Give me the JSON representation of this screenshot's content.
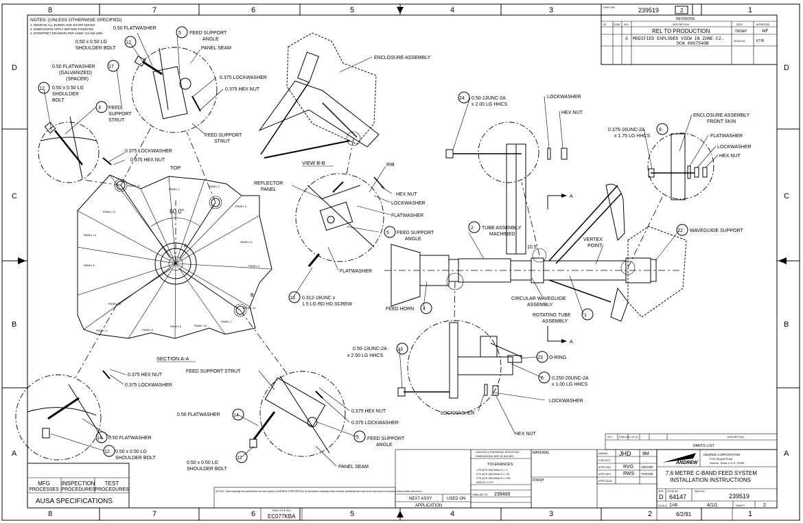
{
  "border": {
    "cols_top": [
      "8",
      "7",
      "6",
      "5",
      "4",
      "3",
      "2",
      "1"
    ],
    "cols_bottom": [
      "8",
      "7",
      "6",
      "5",
      "4",
      "3",
      "2",
      "1"
    ],
    "rows_left": [
      "D",
      "C",
      "B",
      "A"
    ],
    "rows_right": [
      "D",
      "C",
      "B",
      "A"
    ]
  },
  "notes": {
    "title": "NOTES: (UNLESS OTHERWISE SPECIFIED)",
    "lines": [
      "1. REMOVE ALL BURRS AND SHARP EDGES",
      "2. DIMENSIONS APPLY BEFORE FINISHING",
      "3. INTERPRET DRAWING PER ASME Y14.5M-1994"
    ]
  },
  "revisions": {
    "dwg_no_label": "DWG NO",
    "dwg_no": "239519",
    "sheet": "2",
    "title": "REVISIONS",
    "headers": [
      "RF",
      "ZONE",
      "REV",
      "DESCRIPTION",
      "DATE",
      "APPROVED"
    ],
    "rows": [
      {
        "rf": "",
        "zone": "",
        "rev": "",
        "desc": "REL TO PRODUCTION",
        "date": "700SEP",
        "appr": "WF"
      },
      {
        "rf": "",
        "zone": "",
        "rev": "A",
        "desc": "MODIFIED EXPLODED VIEW IN ZONE C2.",
        "desc2": "DCN 0067540B",
        "date": "28JUL04",
        "appr": "KT/B"
      }
    ]
  },
  "views": {
    "top": "TOP",
    "view_bb": "VIEW B-B",
    "section_aa": "SECTION A-A",
    "angle": "60.0°",
    "section_b": "B",
    "section_a": "A",
    "dim_105": "10.5"
  },
  "panels": [
    "PANEL 10",
    "PANEL 1",
    "PANEL 2",
    "PANEL 3",
    "PANEL 11",
    "PANEL 5",
    "PANEL 12",
    "PANEL 7",
    "PANEL 13",
    "PANEL 8",
    "PANEL 14",
    "PANEL 6",
    "PANEL 15",
    "PANEL 16",
    "PANEL 4",
    "PANEL 9"
  ],
  "callouts": {
    "c12a": {
      "num": "12",
      "lines": [
        "0.50 x 0.50 LG",
        "SHOULDER BOLT"
      ]
    },
    "c17": {
      "num": "17",
      "lines": [
        "0.50 FLATWASHER",
        "(GALVANIZED)",
        "(SPACER)"
      ]
    },
    "c12b": {
      "num": "12",
      "lines": [
        "0.50 x 0.50 LG",
        "SHOULDER",
        "BOLT"
      ]
    },
    "c3": {
      "num": "3",
      "lines": [
        "FEED",
        "SUPPORT",
        "STRUT"
      ]
    },
    "c5a": {
      "num": "5",
      "lines": [
        "FEED SUPPORT",
        "ANGLE"
      ]
    },
    "flatwasher_top": "0.50 FLATWASHER",
    "panel_seam_top": "PANEL SEAM",
    "lock375_top": "0.375 LOCKWASHER",
    "hex375_top": "0.375 HEX NUT",
    "fss_top": [
      "FEED SUPPORT",
      "STRUT"
    ],
    "lock375_mid": "0.375 LOCKWASHER",
    "hex375_mid": "0.375 HEX NUT",
    "enclosure": "ENCLOSURE ASSEMBLY",
    "reflector": [
      "REFLECTOR",
      "PANEL"
    ],
    "rib": "RIB",
    "hexnut_bb": "HEX NUT",
    "lock_bb": "LOCKWASHER",
    "flat_bb": "FLATWASHER",
    "c5b": {
      "num": "5",
      "lines": [
        "FEED SUPPORT",
        "ANGLE"
      ]
    },
    "flat_bb2": "FLATWASHER",
    "c18": {
      "num": "18",
      "lines": [
        "0.312-18UNC x",
        "1.5 LG RD HD SCREW"
      ]
    },
    "c24": {
      "num": "24",
      "lines": [
        "0.50-13UNC-2A",
        "x 2.00 LG HHCS"
      ]
    },
    "lock_c4": "LOCKWASHER",
    "hex_c4": "HEX NUT",
    "enc_front": [
      "ENCLOSURE ASSEMBLY",
      "FRONT SKIN"
    ],
    "c8": {
      "num": "8",
      "lines": [
        "0.375-16UNC-2A",
        "x 1.75 LG HHCS"
      ]
    },
    "flat_c2": "FLATWASHER",
    "lock_c2": "LOCKWASHER",
    "hex_c2": "HEX NUT",
    "c2": {
      "num": "2",
      "lines": [
        "TUBE ASSEMBLY",
        "MACHINED"
      ]
    },
    "vertex": [
      "VERTEX",
      "POINT"
    ],
    "c22": {
      "num": "22",
      "lines": [
        "WAVEGUIDE SUPPORT"
      ]
    },
    "c4": {
      "num": "4",
      "lines": [
        "FEED HORN"
      ]
    },
    "circ_wg": [
      "CIRCULAR WAVEGUIDE",
      "ASSEMBLY"
    ],
    "c1": {
      "num": "1",
      "lines": [
        "ROTATING TUBE",
        "ASSEMBLY"
      ]
    },
    "c13": {
      "num": "13",
      "lines": [
        "0.50-13UNC-2A",
        "x 2.50 LG HHCS"
      ]
    },
    "c23": {
      "num": "23",
      "lines": [
        "O-RING"
      ]
    },
    "c6": {
      "num": "6",
      "lines": [
        "0.250-20UNC-2A",
        "x 1.00 LG HHCS"
      ]
    },
    "lock_b4": "LOCKWASHER",
    "lock_b4b": "LOCKWASHER",
    "hex_b4": "HEX NUT",
    "hex375_b7": "0.375 HEX NUT",
    "lock375_b7": "0.375 LOCKWASHER",
    "c14a": {
      "num": "14",
      "lines": [
        "0.50 FLATWASHER"
      ]
    },
    "c12c": {
      "num": "12",
      "lines": [
        "0.50 x 0.50 LG",
        "SHOULDER BOLT"
      ]
    },
    "fss_b6": "FEED SUPPORT STRUT",
    "flat_b6": "0.50 FLATWASHER",
    "c14b": {
      "num": "14",
      "lines": []
    },
    "hex375_b5": "0.375 HEX NUT",
    "lock375_b5": "0.375 LOCKWASHER",
    "c5c": {
      "num": "5",
      "lines": [
        "FEED SUPPORT",
        "ANGLE"
      ]
    },
    "c12d": {
      "num": "12",
      "lines": [
        "0.50 x 0.50 LG",
        "SHOULDER BOLT"
      ]
    },
    "panel_seam_b": "PANEL SEAM"
  },
  "bottom_left": {
    "headers": [
      "MFG",
      "INSPECTION",
      "TEST"
    ],
    "headers2": [
      "PROCESSES",
      "PROCEDURES",
      "PROCEDURES"
    ],
    "spec": "AUSA SPECIFICATIONS"
  },
  "notice_text": "NOTICE: These drawings and specifications are the property of ANDREW CORPORATION. All information contained herein remains confidential and must not be reproduced or disclosed without written permission.",
  "application": {
    "next_assy": "NEXT ASSY",
    "used_on": "USED ON",
    "label": "APPLICATION",
    "dwg_file_label": "DWG FILE NO.",
    "dwg_file": "EC077KBA"
  },
  "tolerances": {
    "header1": "UNLESS OTHERWISE SPECIFIED",
    "header2": "DIMENSIONS ARE IN INCHES",
    "title": "TOLERANCES",
    "lines": [
      "1 PLACE DECIMALS ± .1",
      "2 PLACE DECIMALS ± .03",
      "3 PLACE DECIMALS ± .010",
      "ANGLE ± 0.5°"
    ],
    "similar_label": "SIMILAR TO",
    "similar": "239400"
  },
  "material_label": "MATERIAL",
  "finish_label": "FINISH",
  "signatures": {
    "labels": [
      "DRAWN",
      "CHECKED",
      "APPD ENG",
      "APPD MFG",
      "APPD QUAL"
    ],
    "drawn": "JHD",
    "drawn_date": "9M",
    "appd_eng": "RVG",
    "appd_eng_date": "1MOV90",
    "appd_mfg": "RWS",
    "appd_mfg_date": "7NOV90"
  },
  "company": {
    "logo": "ANDREW",
    "name": "ANDREW CORPORATION",
    "addr1": "2701 Mayhill Road",
    "addr2": "Denton, Texas U.S.A. 76208"
  },
  "title_block": {
    "title1": "7.6 METRE C-BAND FEED SYSTEM",
    "title2": "INSTALLATION INSTRUCTIONS",
    "size_label": "SIZE",
    "size": "D",
    "fscm_label": "FSCM NO.",
    "fscm": "64147",
    "dwg_label": "DWG NO.",
    "dwg": "239519",
    "scale_label": "SCALE",
    "scale": "1=8",
    "sheet_label": "SHEET",
    "sheet": "2",
    "date": "6/2/91",
    "code": "4/1/1"
  },
  "parts_list": {
    "title": "PARTS LIST",
    "headers": [
      "QTY",
      "FIND NO",
      "U OF M",
      "",
      "DESCRIPTION"
    ]
  }
}
